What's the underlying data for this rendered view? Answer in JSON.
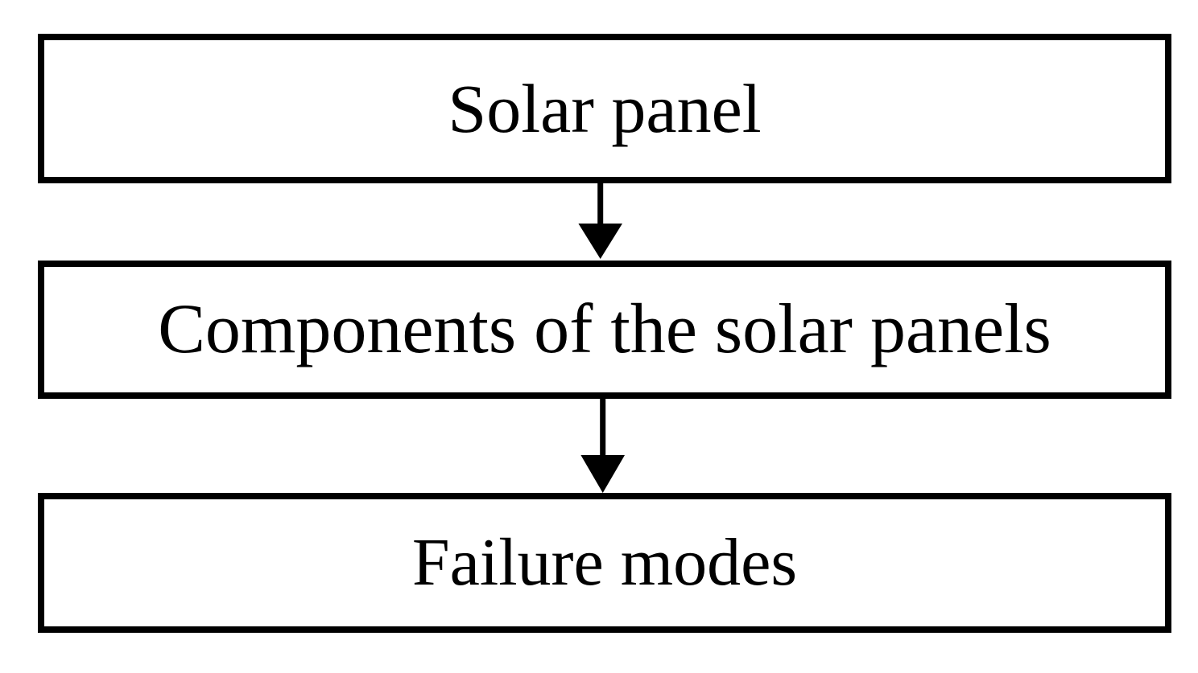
{
  "diagram": {
    "type": "flowchart",
    "orientation": "vertical",
    "background_color": "#ffffff",
    "line_color": "#000000",
    "text_color": "#000000",
    "nodes": [
      {
        "id": "solar-panel",
        "label": "Solar panel"
      },
      {
        "id": "components",
        "label": "Components of the solar panels"
      },
      {
        "id": "failure-modes",
        "label": "Failure modes"
      }
    ],
    "connectors": [
      {
        "id": "arrow-1",
        "from": "solar-panel",
        "to": "components",
        "direction": "down",
        "style": "solid-filled-arrowhead"
      },
      {
        "id": "arrow-2",
        "from": "components",
        "to": "failure-modes",
        "direction": "down",
        "style": "solid-filled-arrowhead"
      }
    ]
  }
}
